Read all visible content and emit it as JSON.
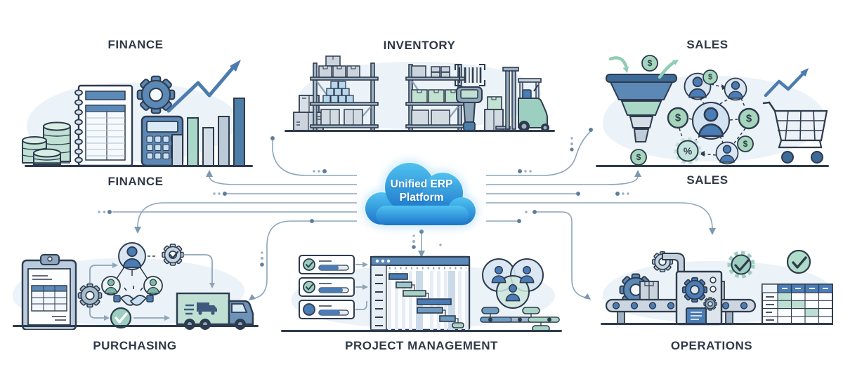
{
  "cloud": {
    "line1": "Unified ERP",
    "line2": "Platform"
  },
  "modules": {
    "finance": {
      "top_label": "FINANCE",
      "bottom_label": "FINANCE"
    },
    "inventory": {
      "top_label": "INVENTORY"
    },
    "sales": {
      "top_label": "SALES",
      "bottom_label": "SALES"
    },
    "purchasing": {
      "bottom_label": "PURCHASING"
    },
    "project_management": {
      "bottom_label": "PROJECT MANAGEMENT"
    },
    "operations": {
      "bottom_label": "OPERATIONS"
    }
  },
  "symbols": {
    "dollar": "$",
    "percent": "%"
  },
  "colors": {
    "outline_navy": "#2E3B4E",
    "accent_blue": "#4A7CB5",
    "accent_teal": "#9CCFBF",
    "cloud_top": "#50C2F0",
    "cloud_bottom": "#1C74C9",
    "connector": "#8CA6BC",
    "connector_dot": "#5F7E9C",
    "backdrop_blob": "#EBF2F8"
  }
}
